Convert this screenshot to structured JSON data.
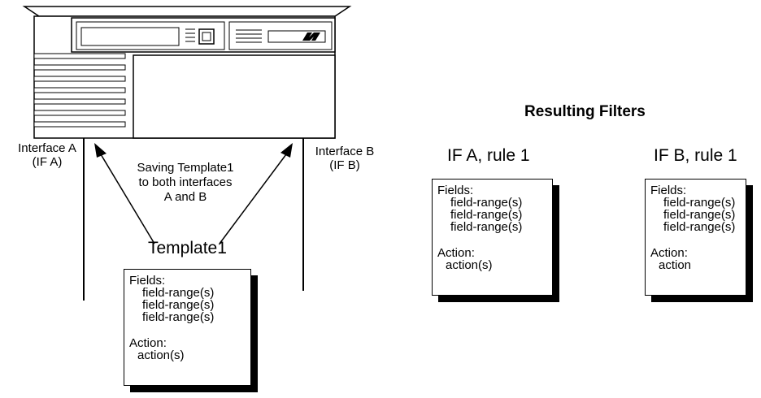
{
  "device": {
    "logo_icon": "vendor-logo-icon"
  },
  "labels": {
    "interface_a": [
      "Interface A",
      "(IF A)"
    ],
    "interface_b": [
      "Interface B",
      "(IF B)"
    ],
    "saving_note": [
      "Saving Template1",
      "to both interfaces",
      "A and B"
    ]
  },
  "template": {
    "title": "Template1",
    "fields_label": "Fields:",
    "fields": [
      "field-range(s)",
      "field-range(s)",
      "field-range(s)"
    ],
    "action_label": "Action:",
    "action": "action(s)"
  },
  "results": {
    "heading": "Resulting Filters",
    "filters": [
      {
        "title": "IF A, rule 1",
        "fields_label": "Fields:",
        "fields": [
          "field-range(s)",
          "field-range(s)",
          "field-range(s)"
        ],
        "action_label": "Action:",
        "action": "action(s)"
      },
      {
        "title": "IF B, rule 1",
        "fields_label": "Fields:",
        "fields": [
          "field-range(s)",
          "field-range(s)",
          "field-range(s)"
        ],
        "action_label": "Action:",
        "action": "action"
      }
    ]
  }
}
